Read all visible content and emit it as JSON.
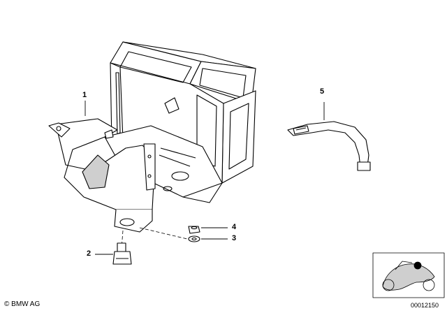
{
  "callouts": {
    "c1": "1",
    "c2": "2",
    "c3": "3",
    "c4": "4",
    "c5": "5"
  },
  "footer": {
    "copyright": "© BMW AG",
    "doc_number": "00012150"
  },
  "colors": {
    "line": "#000000",
    "shade": "#cfcfcf",
    "marker": "#000000"
  }
}
